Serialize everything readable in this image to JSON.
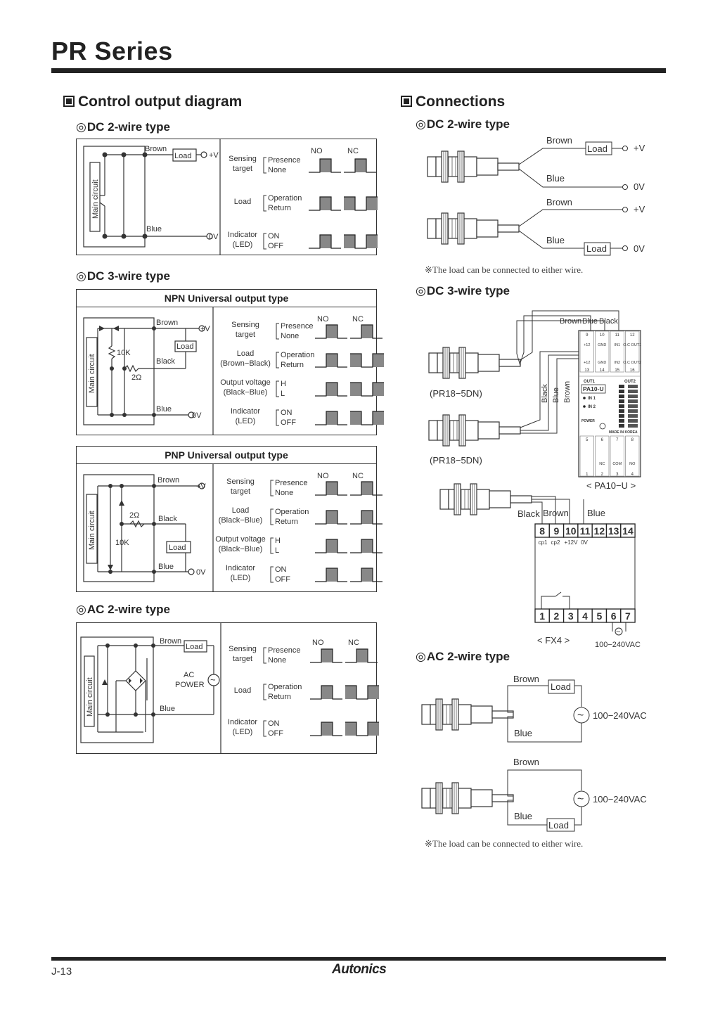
{
  "page": {
    "title": "PR Series",
    "page_number": "J-13",
    "brand": "Autonics"
  },
  "left": {
    "section": "Control output diagram",
    "dc2": {
      "heading": "DC 2-wire type",
      "wire_top": "Brown",
      "wire_bottom": "Blue",
      "load": "Load",
      "vplus": "+V",
      "zero_v": "0V",
      "main_circuit": "Main circuit",
      "no": "NO",
      "nc": "NC",
      "rows": [
        {
          "label1": "Sensing",
          "label2": "target",
          "state1": "Presence",
          "state2": "None"
        },
        {
          "label1": "",
          "label2": "Load",
          "state1": "Operation",
          "state2": "Return"
        },
        {
          "label1": "Indicator",
          "label2": "(LED)",
          "state1": "ON",
          "state2": "OFF"
        }
      ]
    },
    "dc3": {
      "heading": "DC 3-wire type",
      "npn": {
        "header": "NPN Universal output type",
        "wire_top": "Brown",
        "wire_mid": "Black",
        "wire_bottom": "Blue",
        "r1": "10K",
        "r2": "2Ω",
        "load": "Load",
        "vplus": "+V",
        "zero_v": "0V",
        "main_circuit": "Main circuit",
        "no": "NO",
        "nc": "NC",
        "rows": [
          {
            "label1": "Sensing",
            "label2": "target",
            "state1": "Presence",
            "state2": "None"
          },
          {
            "label1": "Load",
            "label2": "(Brown−Black)",
            "state1": "Operation",
            "state2": "Return"
          },
          {
            "label1": "Output voltage",
            "label2": "(Black−Blue)",
            "state1": "H",
            "state2": "L"
          },
          {
            "label1": "Indicator",
            "label2": "(LED)",
            "state1": "ON",
            "state2": "OFF"
          }
        ]
      },
      "pnp": {
        "header": "PNP Universal output type",
        "wire_top": "Brown",
        "wire_mid": "Black",
        "wire_bottom": "Blue",
        "r1": "2Ω",
        "r2": "10K",
        "load": "Load",
        "vplus": "+V",
        "zero_v": "0V",
        "main_circuit": "Main circuit",
        "no": "NO",
        "nc": "NC",
        "rows": [
          {
            "label1": "Sensing",
            "label2": "target",
            "state1": "Presence",
            "state2": "None"
          },
          {
            "label1": "Load",
            "label2": "(Black−Blue)",
            "state1": "Operation",
            "state2": "Return"
          },
          {
            "label1": "Output voltage",
            "label2": "(Black−Blue)",
            "state1": "H",
            "state2": "L"
          },
          {
            "label1": "Indicator",
            "label2": "(LED)",
            "state1": "ON",
            "state2": "OFF"
          }
        ]
      }
    },
    "ac2": {
      "heading": "AC 2-wire type",
      "wire_top": "Brown",
      "wire_bottom": "Blue",
      "load": "Load",
      "power1": "AC",
      "power2": "POWER",
      "main_circuit": "Main circuit",
      "no": "NO",
      "nc": "NC",
      "rows": [
        {
          "label1": "Sensing",
          "label2": "target",
          "state1": "Presence",
          "state2": "None"
        },
        {
          "label1": "",
          "label2": "Load",
          "state1": "Operation",
          "state2": "Return"
        },
        {
          "label1": "Indicator",
          "label2": "(LED)",
          "state1": "ON",
          "state2": "OFF"
        }
      ]
    }
  },
  "right": {
    "section": "Connections",
    "dc2": {
      "heading": "DC 2-wire type",
      "brown": "Brown",
      "blue": "Blue",
      "load": "Load",
      "vplus": "+V",
      "zero_v": "0V",
      "note": "※The load can be connected to either wire."
    },
    "dc3": {
      "heading": "DC 3-wire type",
      "model1": "(PR18−5DN)",
      "model2": "(PR18−5DN)",
      "wires": [
        "Brown",
        "Blue",
        "Black"
      ],
      "pa10": {
        "name": "PA10-U",
        "caption": "< PA10−U >",
        "top_nums": [
          "9",
          "10",
          "11",
          "12"
        ],
        "top_labels": [
          "+12",
          "GND",
          "IN1",
          "O.C OUT1"
        ],
        "mid_labels": [
          "+12",
          "GND",
          "IN2",
          "O.C OUT2"
        ],
        "mid_nums": [
          "13",
          "14",
          "15",
          "16"
        ],
        "out1": "OUT1",
        "out2": "OUT2",
        "in1": "IN 1",
        "in2": "IN 2",
        "power": "POWER",
        "made": "MADE IN KOREA",
        "bot_nums_top": [
          "5",
          "6",
          "7",
          "8"
        ],
        "bot_labels": [
          "",
          "NC",
          "COM",
          "NO"
        ],
        "bot_nums": [
          "1",
          "2",
          "3",
          "4"
        ]
      },
      "fx4": {
        "caption": "< FX4 >",
        "wire_black": "Black",
        "wire_brown": "Brown",
        "wire_blue": "Blue",
        "top_terms": [
          "8",
          "9",
          "10",
          "11",
          "12",
          "13",
          "14"
        ],
        "sub_labels": [
          "cp1",
          "cp2",
          "+12V",
          "0V"
        ],
        "bot_terms": [
          "1",
          "2",
          "3",
          "4",
          "5",
          "6",
          "7"
        ],
        "supply": "100−240VAC"
      }
    },
    "ac2": {
      "heading": "AC 2-wire type",
      "brown": "Brown",
      "blue": "Blue",
      "load": "Load",
      "supply": "100−240VAC",
      "note": "※The load can be connected to either wire."
    }
  }
}
